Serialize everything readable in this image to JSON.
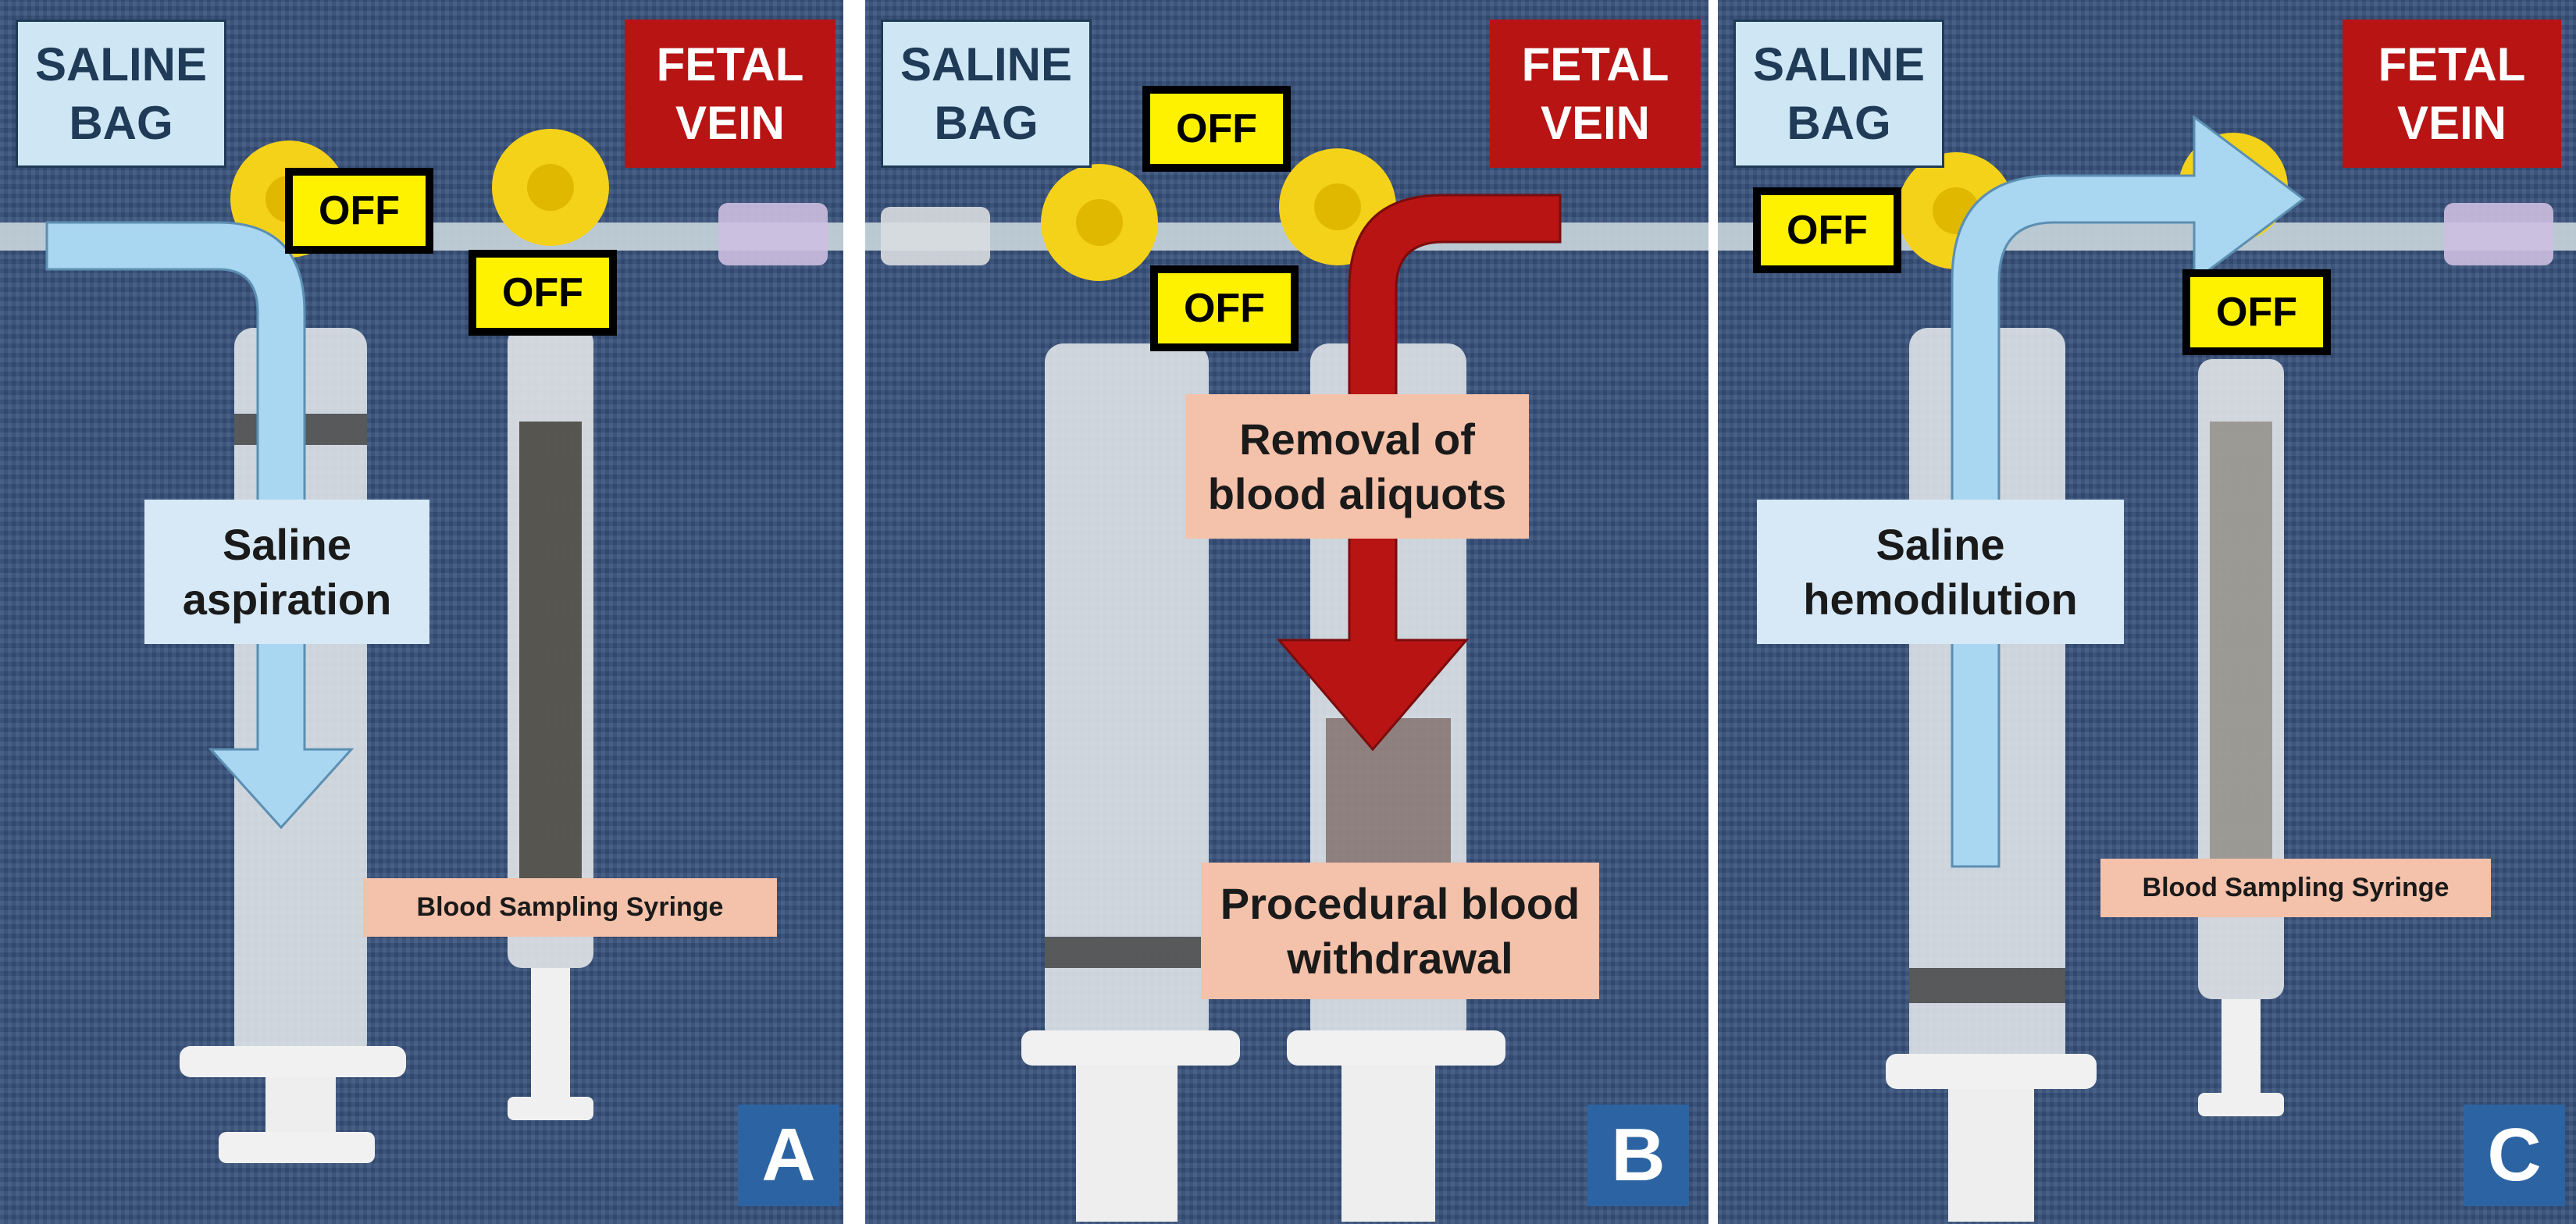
{
  "panels": [
    {
      "letter": "A",
      "saline_tag": "SALINE\nBAG",
      "fetal_tag": "FETAL\nVEIN",
      "off_labels": [
        "OFF",
        "OFF"
      ],
      "flow_label": "Saline\naspiration",
      "sampling_label": "Blood Sampling Syringe",
      "arrow_color": "#a9d6f0"
    },
    {
      "letter": "B",
      "saline_tag": "SALINE\nBAG",
      "fetal_tag": "FETAL\nVEIN",
      "off_labels": [
        "OFF",
        "OFF"
      ],
      "flow_label": "Removal of\nblood aliquots",
      "procedural_label": "Procedural blood\nwithdrawal",
      "arrow_color": "#b81414"
    },
    {
      "letter": "C",
      "saline_tag": "SALINE\nBAG",
      "fetal_tag": "FETAL\nVEIN",
      "off_labels": [
        "OFF",
        "OFF"
      ],
      "flow_label": "Saline\nhemodilution",
      "sampling_label": "Blood Sampling Syringe",
      "arrow_color": "#a9d6f0"
    }
  ],
  "colors": {
    "drape": "#37507a",
    "stopcock": "#f5d21a",
    "off_fill": "#fff200",
    "fetal_tag": "#b81414",
    "saline_tag": "#cfe7f5",
    "letter_box": "#2c64a3"
  }
}
